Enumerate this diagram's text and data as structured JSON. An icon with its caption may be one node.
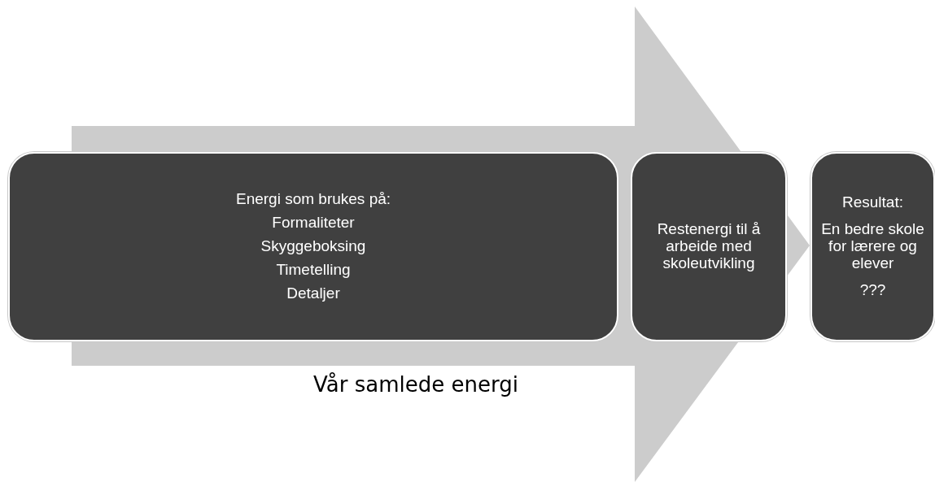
{
  "diagram": {
    "nodes": [
      {
        "text": [
          "Vår samlede energi"
        ]
      },
      {
        "text": [
          "Energi som brukes på:",
          "Formaliteter",
          "Skyggeboksing",
          "Timetelling",
          "Detaljer"
        ]
      },
      {
        "text": [
          "Restenergi til å arbeide med skoleutvikling"
        ],
        "in": 0
      },
      {
        "text": [
          "Resultat:",
          "En bedre skole for lærere og elever",
          "???"
        ]
      }
    ]
  }
}
